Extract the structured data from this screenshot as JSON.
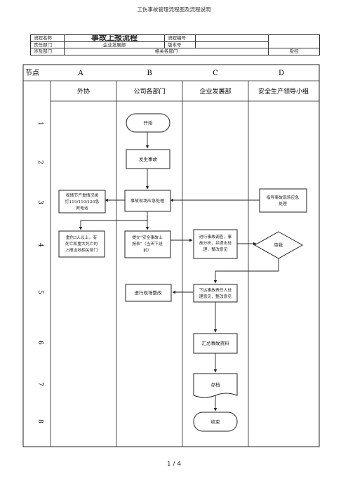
{
  "page": {
    "doc_title": "工伤事故管理流程图及流程说明",
    "footer": "1 / 4"
  },
  "info": {
    "row1": {
      "label": "流程名称",
      "value": "事故上报流程",
      "label2": "流程编号",
      "value2": ""
    },
    "row2": {
      "label": "责任部门",
      "value": "企业发展部",
      "label2": "版本号",
      "value2": ""
    },
    "row3": {
      "label": "涉及部门",
      "value": "相关各部门",
      "label2": "受控"
    }
  },
  "nodes": {
    "label": "节点",
    "columns": [
      "A",
      "B",
      "C",
      "D"
    ]
  },
  "lanes": [
    "外协",
    "公司各部门",
    "企业发展部",
    "安全生产领导小组"
  ],
  "rows": [
    "1",
    "2",
    "3",
    "4",
    "5",
    "6",
    "7",
    "8"
  ],
  "steps": {
    "start": "开始",
    "occur": "发生事故",
    "emergency": "事故现场应急处理",
    "external_call": [
      "视情节严重情况拨",
      "打119/110/120急",
      "救电话"
    ],
    "guide": [
      "指导事故现场应急",
      "处理"
    ],
    "report_external": [
      "重伤3人以上，有",
      "死亡和重大死亡的",
      "上报当地相关部门"
    ],
    "submit_report": [
      "提交“安全事故上",
      "报表”（当天下班",
      "前）"
    ],
    "investigate": [
      "进行事故调查，事",
      "故分析，并提出处",
      "理，整改意见"
    ],
    "approve": "审批",
    "issue_opinion": [
      "下达事故责任人处",
      "理意见，整改意见"
    ],
    "rectify": "进行现场整改",
    "summarize": "汇总事故资料",
    "archive": "存档",
    "end": "结束"
  }
}
